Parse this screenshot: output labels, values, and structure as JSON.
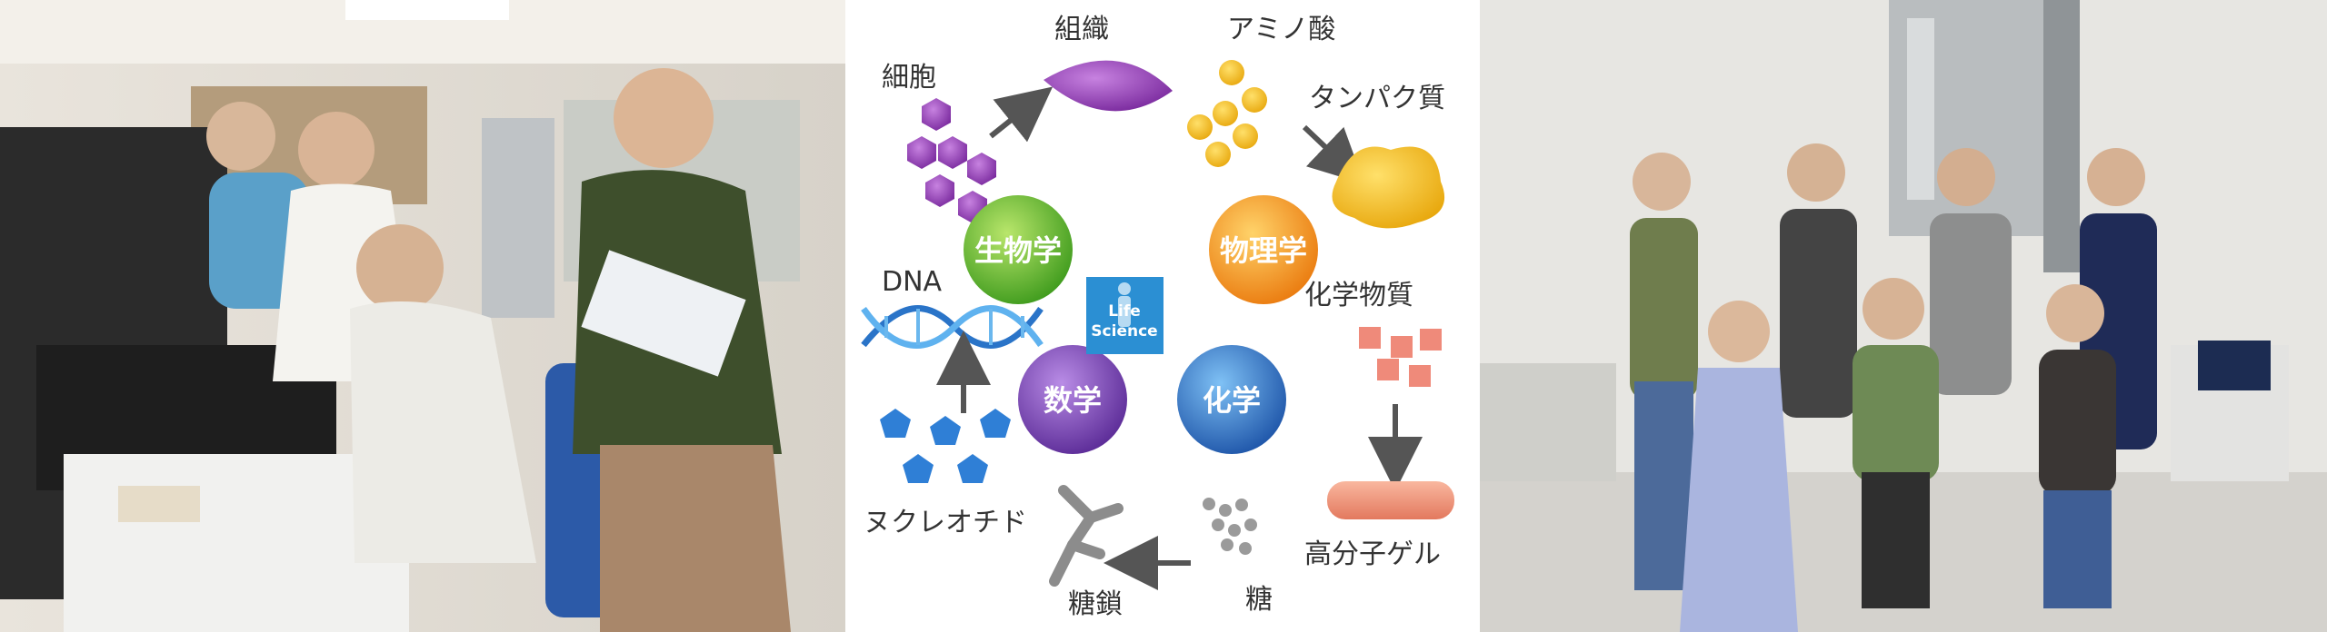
{
  "diagram": {
    "center_line1": "Life",
    "center_line2": "Science",
    "disciplines": {
      "biology": "生物学",
      "physics": "物理学",
      "mathematics": "数学",
      "chemistry": "化学"
    },
    "labels": {
      "cell": "細胞",
      "tissue": "組織",
      "amino_acid": "アミノ酸",
      "protein": "タンパク質",
      "dna": "DNA",
      "chemical_substance": "化学物質",
      "nucleotide": "ヌクレオチド",
      "sugar_chain": "糖鎖",
      "sugar": "糖",
      "polymer_gel": "高分子ゲル"
    },
    "colors": {
      "biology": "#5cb82e",
      "physics": "#f59a1c",
      "mathematics": "#7d43b5",
      "chemistry": "#2f72c9",
      "center": "#2b8fd3"
    }
  }
}
